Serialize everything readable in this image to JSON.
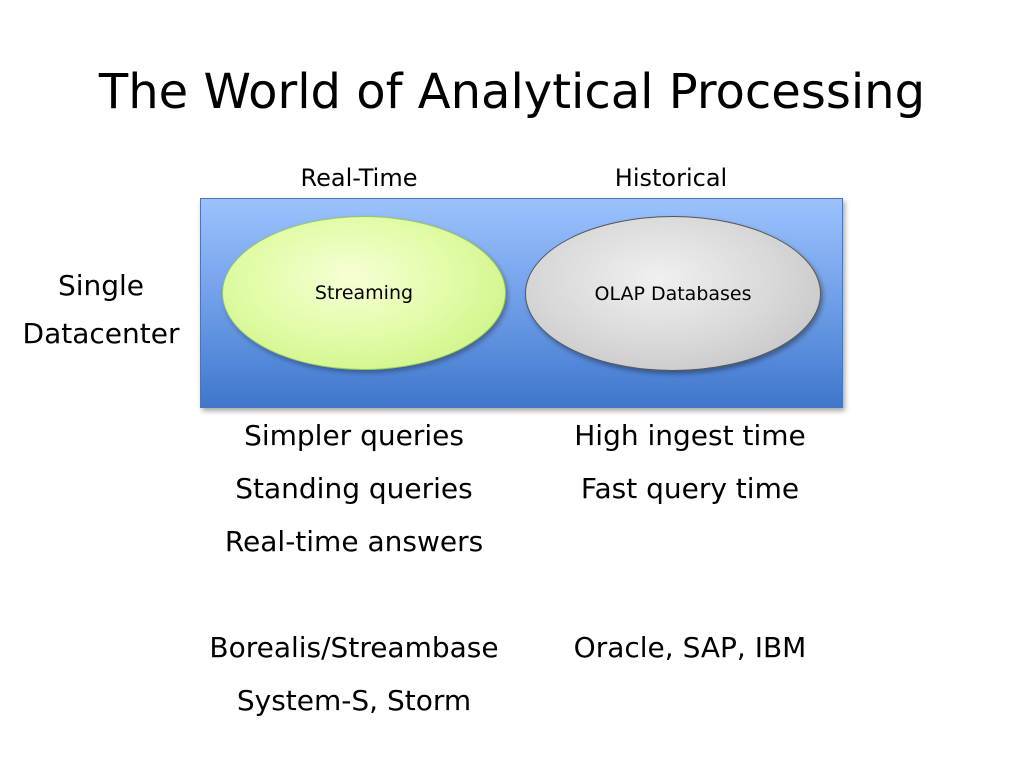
{
  "slide": {
    "title": "The World of Analytical Processing"
  },
  "columns": {
    "realtime": "Real-Time",
    "historical": "Historical"
  },
  "row": {
    "line1": "Single",
    "line2": "Datacenter"
  },
  "ovals": {
    "streaming": "Streaming",
    "olap": "OLAP Databases"
  },
  "properties": {
    "realtime": [
      "Simpler queries",
      "Standing queries",
      "Real-time answers"
    ],
    "historical": [
      "High ingest time",
      "Fast query time"
    ]
  },
  "systems": {
    "realtime": [
      "Borealis/Streambase",
      "System-S, Storm"
    ],
    "historical": [
      "Oracle, SAP, IBM"
    ]
  },
  "colors": {
    "panel_top": "#9cc2fd",
    "panel_bottom": "#3f77cc",
    "streaming_fill": "#e2fca8",
    "olap_fill": "#d9d9d9"
  }
}
